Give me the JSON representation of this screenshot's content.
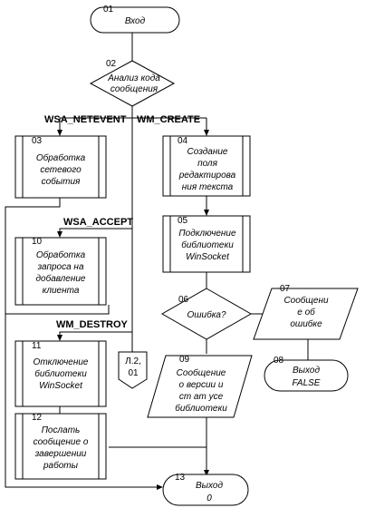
{
  "blocks": {
    "b01": {
      "num": "01",
      "lines": [
        "Вход"
      ]
    },
    "b02": {
      "num": "02",
      "lines": [
        "Анализ кода",
        "сообщения"
      ]
    },
    "b03": {
      "num": "03",
      "lines": [
        "Обработка",
        "сетевого",
        "события"
      ]
    },
    "b04": {
      "num": "04",
      "lines": [
        "Создание",
        "поля",
        "редактирова",
        "ния текста"
      ]
    },
    "b05": {
      "num": "05",
      "lines": [
        "Подключение",
        "библиотеки",
        "WinSocket"
      ]
    },
    "b06": {
      "num": "06",
      "lines": [
        "Ошибка?"
      ]
    },
    "b07": {
      "num": "07",
      "lines": [
        "Сообщени",
        "е об",
        "ошибке"
      ]
    },
    "b08": {
      "num": "08",
      "lines": [
        "Выход",
        "FALSE"
      ]
    },
    "b09": {
      "num": "09",
      "lines": [
        "Сообщение",
        "о версии и",
        "ст ат усе",
        "библиотеки"
      ]
    },
    "b10": {
      "num": "10",
      "lines": [
        "Обработка",
        "запроса на",
        "добавление",
        "клиента"
      ]
    },
    "b11": {
      "num": "11",
      "lines": [
        "Отключение",
        "библиотеки",
        "WinSocket"
      ]
    },
    "b12": {
      "num": "12",
      "lines": [
        "Послать",
        "сообщение о",
        "завершении",
        "работы"
      ]
    },
    "b13": {
      "num": "13",
      "lines": [
        "Выход",
        "0"
      ]
    },
    "conn": {
      "lines": [
        "Л.2,",
        "01"
      ]
    }
  },
  "branch_labels": {
    "netevent": "WSA_NETEVENT",
    "create": "WM_CREATE",
    "accept": "WSA_ACCEPT",
    "destroy": "WM_DESTROY"
  }
}
